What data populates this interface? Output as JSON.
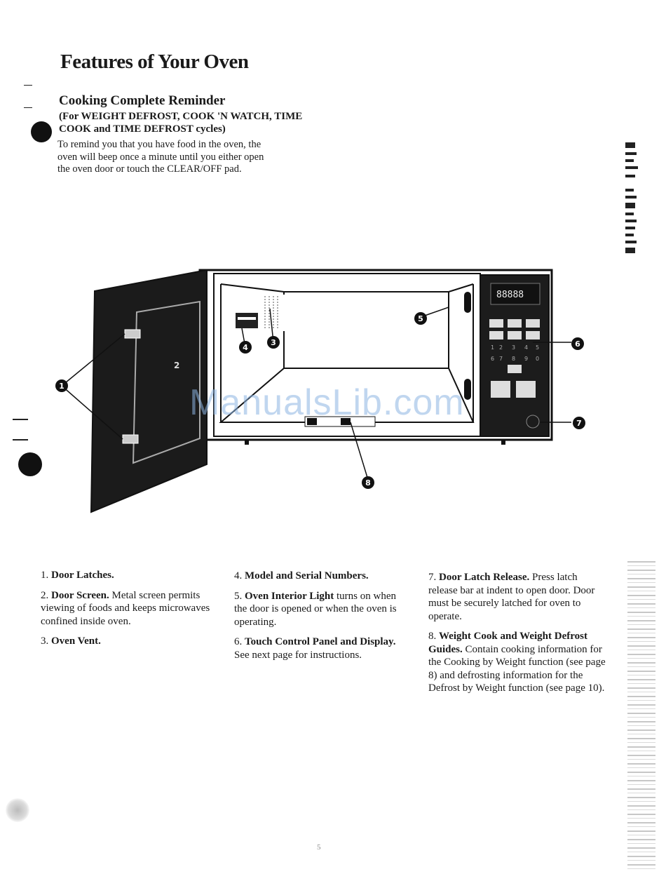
{
  "page": {
    "title": "Features of Your Oven",
    "page_number": "5"
  },
  "reminder": {
    "title": "Cooking Complete Reminder",
    "subtitle": "(For WEIGHT DEFROST, COOK 'N WATCH, TIME COOK and TIME DEFROST cycles)",
    "body": "To remind you that you have food in the oven, the oven will beep once a minute until you either open the oven door or touch the CLEAR/OFF pad."
  },
  "diagram": {
    "callouts": [
      "1",
      "2",
      "3",
      "4",
      "5",
      "6",
      "7",
      "8"
    ],
    "display_digits": "88888"
  },
  "features": [
    {
      "num": "1.",
      "title": "Door Latches.",
      "desc": ""
    },
    {
      "num": "2.",
      "title": "Door Screen.",
      "desc": "Metal screen permits viewing of foods and keeps microwaves confined inside oven."
    },
    {
      "num": "3.",
      "title": "Oven Vent.",
      "desc": ""
    },
    {
      "num": "4.",
      "title": "Model and Serial Numbers.",
      "desc": ""
    },
    {
      "num": "5.",
      "title": "Oven Interior Light",
      "desc": "turns on when the door is opened or when the oven is operating."
    },
    {
      "num": "6.",
      "title": "Touch Control Panel and Display.",
      "desc": "See next page for instructions."
    },
    {
      "num": "7.",
      "title": "Door Latch Release.",
      "desc": "Press latch release bar at indent to open door. Door must be securely latched for oven to operate."
    },
    {
      "num": "8.",
      "title": "Weight Cook and Weight Defrost Guides.",
      "desc": "Contain cooking information for the Cooking by Weight function (see page 8) and defrosting information for the Defrost by Weight function (see page 10)."
    }
  ],
  "watermark": "ManualsLib.com",
  "colors": {
    "ink": "#1a1a1a",
    "watermark": "#8cb4e1"
  }
}
